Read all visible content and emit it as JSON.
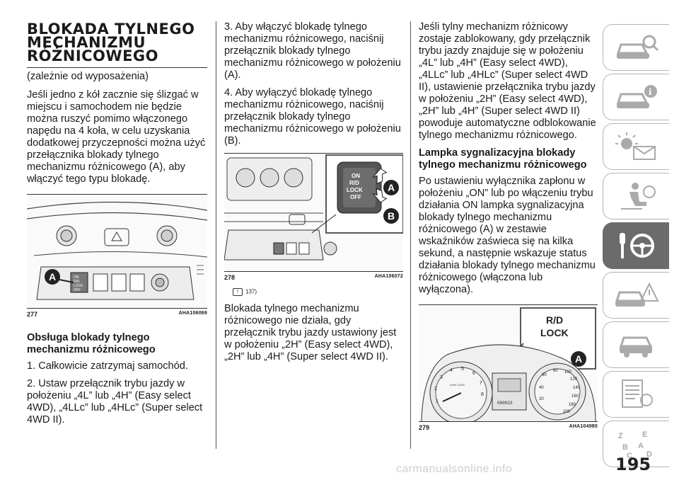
{
  "col1": {
    "title_lines": [
      "BLOKADA TYLNEGO",
      "MECHANIZMU",
      "RÓŻNICOWEGO"
    ],
    "subtitle": "(zależnie od wyposażenia)",
    "intro": "Jeśli jedno z kół zacznie się ślizgać w miejscu i samochodem nie będzie można ruszyć pomimo włączonego napędu na 4 koła, w celu uzyskania dodatkowej przyczepności można użyć przełącznika blokady tylnego mechanizmu różnicowego (A), aby włączyć tego typu blokadę.",
    "figure": {
      "number": "277",
      "code": "AHA106069",
      "label": "A",
      "switch_text": [
        "ON",
        "R/D",
        "LOCK",
        "OFF"
      ]
    },
    "heading": "Obsługa blokady tylnego mechanizmu różnicowego",
    "steps": [
      "1. Całkowicie zatrzymaj samochód.",
      "2. Ustaw przełącznik trybu jazdy w położeniu „4L” lub „4H” (Easy select 4WD), „4LLc” lub „4HLc” (Super select 4WD II)."
    ]
  },
  "col2": {
    "steps": [
      "3. Aby włączyć blokadę tylnego mechanizmu różnicowego, naciśnij przełącznik blokady tylnego mechanizmu różnicowego w położeniu (A).",
      "4. Aby wyłączyć blokadę tylnego mechanizmu różnicowego, naciśnij przełącznik blokady tylnego mechanizmu różnicowego w położeniu (B)."
    ],
    "figure": {
      "number": "278",
      "code": "AHA106072",
      "labels": [
        "A",
        "B"
      ],
      "switch_text": [
        "ON",
        "R/D",
        "LOCK",
        "OFF"
      ]
    },
    "note_ref": "137)",
    "warning": "Blokada tylnego mechanizmu różnicowego nie działa, gdy przełącznik trybu jazdy ustawiony jest w położeniu „2H” (Easy select 4WD), „2H” lub „4H” (Super select 4WD II)."
  },
  "col3": {
    "para1": "Jeśli tylny mechanizm różnicowy zostaje zablokowany, gdy przełącznik trybu jazdy znajduje się w położeniu „4L” lub „4H” (Easy select 4WD), „4LLc” lub „4HLc” (Super select 4WD II), ustawienie przełącznika trybu jazdy w położeniu „2H” (Easy select 4WD), „2H” lub „4H” (Super select 4WD II) powoduje automatyczne odblokowanie tylnego mechanizmu różnicowego.",
    "heading": "Lampka sygnalizacyjna blokady tylnego mechanizmu różnicowego",
    "para2": "Po ustawieniu wyłącznika zapłonu w położeniu „ON” lub po włączeniu trybu działania ON lampka sygnalizacyjna blokady tylnego mechanizmu różnicowego (A) w zestawie wskaźników zaświeca się na kilka sekund, a następnie wskazuje status działania blokady tylnego mechanizmu różnicowego (włączona lub wyłączona).",
    "figure": {
      "number": "279",
      "code": "AHA104980",
      "label": "A",
      "indicator_text": [
        "R/D",
        "LOCK"
      ],
      "tach_ticks": [
        "1",
        "2",
        "3",
        "4",
        "5",
        "6",
        "7",
        "8"
      ],
      "speed_ticks": [
        "60",
        "80",
        "100",
        "120",
        "140",
        "160",
        "180",
        "200",
        "40",
        "20"
      ],
      "odometer": "000023",
      "tach_unit": "r/min x1000"
    }
  },
  "tabs": [
    "car-search-icon",
    "car-info-icon",
    "dashboard-lights-icon",
    "seat-airbag-icon",
    "key-steering-wheel-icon",
    "car-warning-icon",
    "car-repair-icon",
    "specifications-list-icon",
    "alphabetical-index-icon"
  ],
  "active_tab": 4,
  "page_number": "195",
  "watermark": "carmanualsonline.info"
}
